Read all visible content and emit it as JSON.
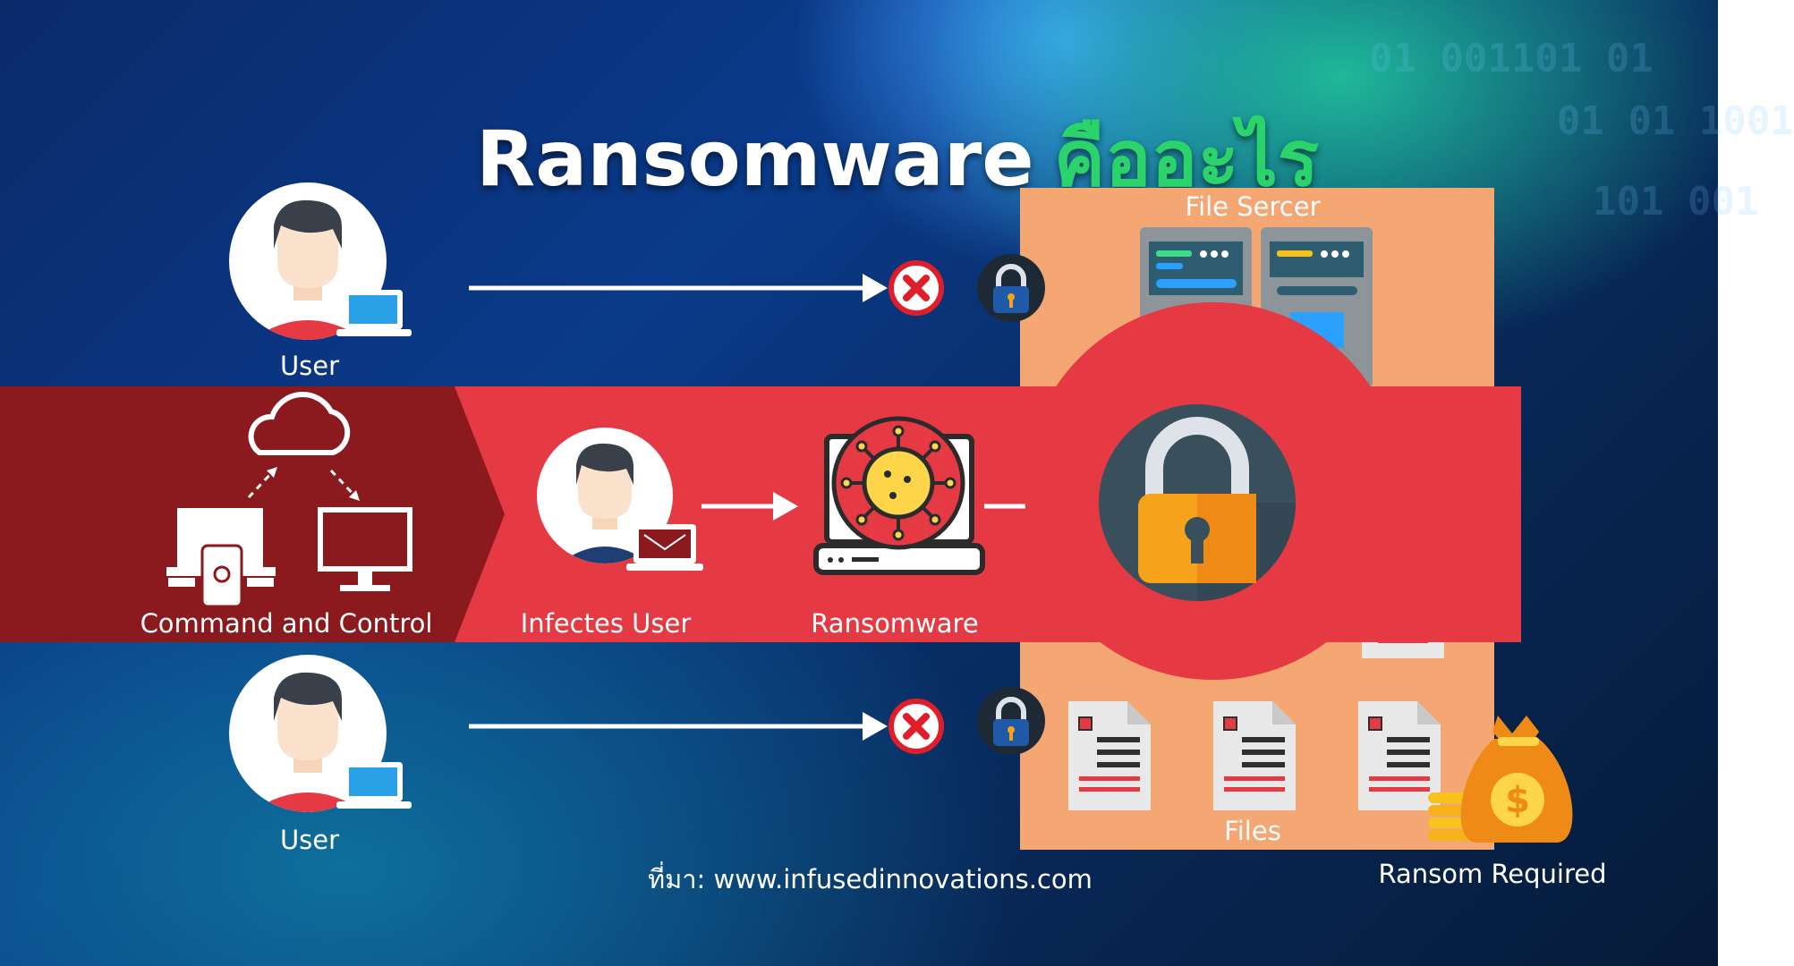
{
  "title": {
    "main": "Ransomware",
    "thai": "คืออะไร"
  },
  "nodes": {
    "top_user": "User",
    "bottom_user": "User",
    "command": "Command and Control",
    "infected": "Infectes User",
    "ransomware": "Ransomware",
    "file_server": "File Sercer",
    "files": "Files",
    "ransom": "Ransom Required"
  },
  "source": "ที่มา: www.infusedinnovations.com",
  "background_code": [
    "01 001101 01",
    "01 01 1001",
    "101 001"
  ],
  "icons": [
    "user-icon",
    "laptop-icon",
    "cloud-icon",
    "monitor-icon",
    "tablet-icon",
    "virus-laptop-icon",
    "padlock-icon",
    "blocked-icon",
    "server-icon",
    "document-icon",
    "money-bag-icon",
    "coin-stack-icon",
    "arrow-icon"
  ],
  "colors": {
    "band_dark": "#8b1a1f",
    "band_red": "#e53944",
    "panel": "#f4a673",
    "title_accent": "#2bd36b",
    "lock_body": "#f7a21b",
    "lock_bg": "#3a4f5c"
  }
}
